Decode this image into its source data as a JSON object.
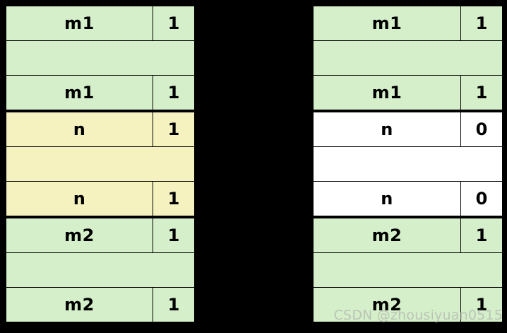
{
  "figure": {
    "background_color": "#000000",
    "colors": {
      "green": "#d4efc9",
      "yellow": "#f5f2c0",
      "white": "#ffffff",
      "border": "#000000",
      "watermark": "#b8bdb4"
    }
  },
  "watermark": {
    "text": "CSDN @zhousiyuan0515"
  },
  "tables": [
    {
      "name": "left-table",
      "blocks": [
        {
          "name": "block-m1",
          "fill": "green",
          "rows": [
            {
              "label": "m1",
              "value": "1",
              "spacer": false
            },
            {
              "label": "",
              "value": "",
              "spacer": true
            },
            {
              "label": "m1",
              "value": "1",
              "spacer": false
            }
          ]
        },
        {
          "name": "block-n",
          "fill": "yellow",
          "rows": [
            {
              "label": "n",
              "value": "1",
              "spacer": false
            },
            {
              "label": "",
              "value": "",
              "spacer": true
            },
            {
              "label": "n",
              "value": "1",
              "spacer": false
            }
          ]
        },
        {
          "name": "block-m2",
          "fill": "green",
          "rows": [
            {
              "label": "m2",
              "value": "1",
              "spacer": false
            },
            {
              "label": "",
              "value": "",
              "spacer": true
            },
            {
              "label": "m2",
              "value": "1",
              "spacer": false
            }
          ]
        }
      ]
    },
    {
      "name": "right-table",
      "blocks": [
        {
          "name": "block-m1",
          "fill": "green",
          "rows": [
            {
              "label": "m1",
              "value": "1",
              "spacer": false
            },
            {
              "label": "",
              "value": "",
              "spacer": true
            },
            {
              "label": "m1",
              "value": "1",
              "spacer": false
            }
          ]
        },
        {
          "name": "block-n",
          "fill": "white",
          "rows": [
            {
              "label": "n",
              "value": "0",
              "spacer": false
            },
            {
              "label": "",
              "value": "",
              "spacer": true
            },
            {
              "label": "n",
              "value": "0",
              "spacer": false
            }
          ]
        },
        {
          "name": "block-m2",
          "fill": "green",
          "rows": [
            {
              "label": "m2",
              "value": "1",
              "spacer": false
            },
            {
              "label": "",
              "value": "",
              "spacer": true
            },
            {
              "label": "m2",
              "value": "1",
              "spacer": false
            }
          ]
        }
      ]
    }
  ]
}
